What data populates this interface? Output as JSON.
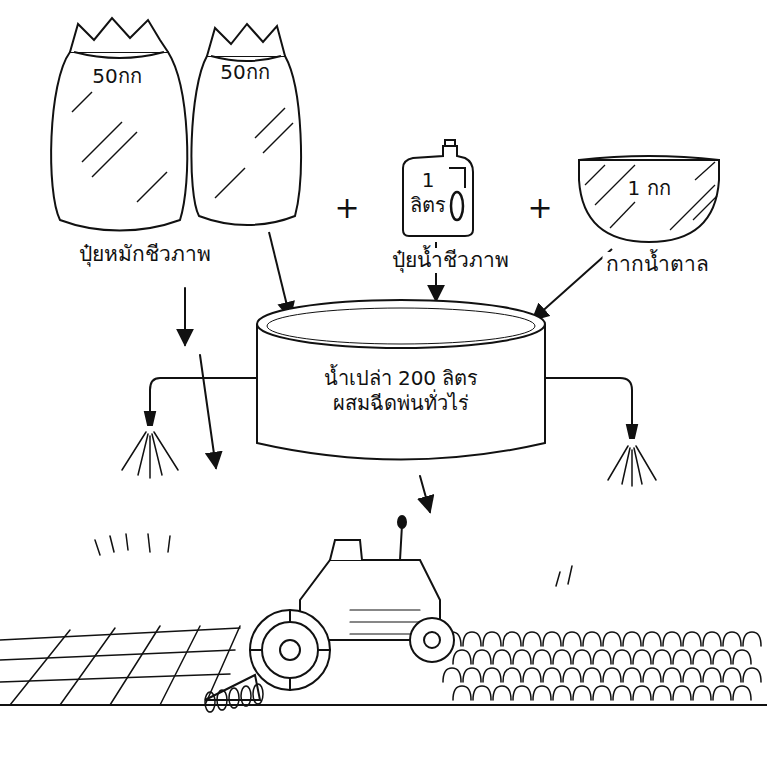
{
  "diagram": {
    "nodes": [
      {
        "text": [
          "50กก"
        ]
      },
      {
        "text": [
          "50กก"
        ]
      },
      {
        "text": [
          "1 ลิตร"
        ]
      },
      {
        "text": [
          "1 กก"
        ]
      },
      {
        "text": [
          "น้ำเปล่า 200 ลิตร",
          "ผสมฉีดพ่นทั่วไร่"
        ]
      }
    ],
    "edges": [
      {
        "from": 1,
        "to": 4,
        "arrow": "to"
      },
      {
        "from": 2,
        "to": 4,
        "arrow": "to"
      },
      {
        "from": 3,
        "to": 4,
        "arrow": "to"
      }
    ],
    "labels": [
      "ปุ๋ยหมักชีวภาพ",
      "+",
      "ปุ๋ยน้ำชีวภาพ",
      "+",
      "กากน้ำตาล"
    ]
  }
}
